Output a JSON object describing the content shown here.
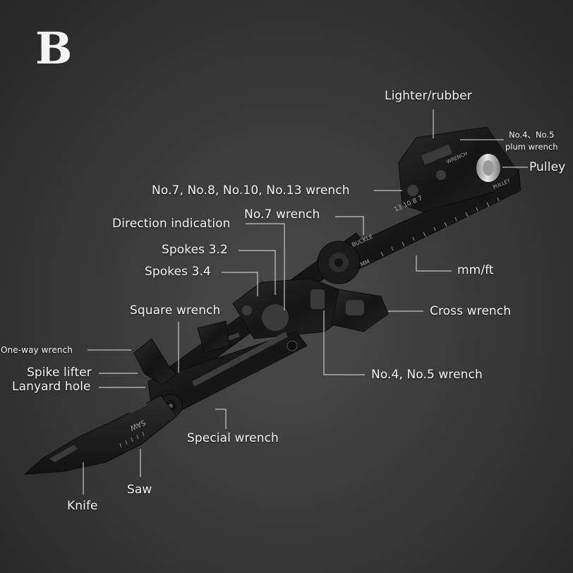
{
  "badge": "B",
  "labels": {
    "lighter_rubber": "Lighter/rubber",
    "no45_plum_line1": "No.4、No.5",
    "no45_plum_line2": "plum wrench",
    "pulley": "Pulley",
    "no7_8_10_13": "No.7, No.8, No.10, No.13 wrench",
    "no7": "No.7 wrench",
    "direction": "Direction indication",
    "spokes32": "Spokes 3.2",
    "spokes34": "Spokes 3.4",
    "mm_ft": "mm/ft",
    "square": "Square wrench",
    "cross": "Cross wrench",
    "one_way": "One-way wrench",
    "spike": "Spike lifter",
    "lanyard": "Lanyard hole",
    "no45": "No.4, No.5 wrench",
    "special": "Special wrench",
    "saw": "Saw",
    "knife": "Knife"
  },
  "engraving": {
    "blade": "SAW",
    "scale_numbers": "13  10  8  7",
    "buckle": "BUCKLE",
    "mm": "MM",
    "wrench": "WRENCH",
    "pulley": "PULLEY"
  },
  "colors": {
    "background": "#3a3a3a",
    "tool_metal": "#1c1c1e",
    "label_text": "#f2f2f2",
    "pulley": "#bdbdbd"
  }
}
